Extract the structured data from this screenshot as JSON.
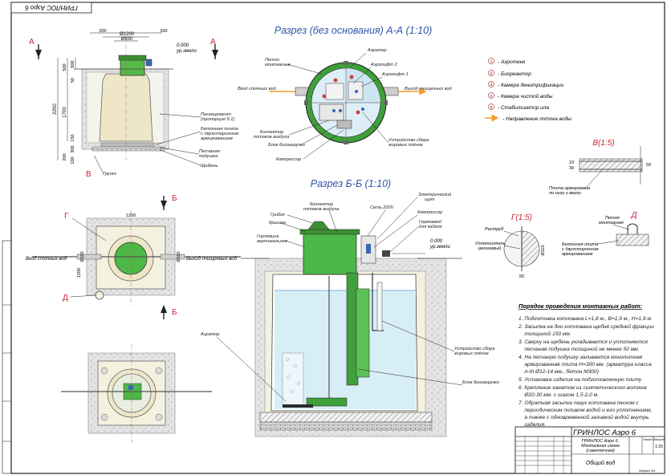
{
  "stamp": "ГРИНЛОС Аэро 6",
  "sections": {
    "aa_title": "Разрез (без основания) А-А (1:10)",
    "bb_title": "Разрез Б-Б (1:10)",
    "v_title": "В(1:5)",
    "g_title": "Г(1:5)",
    "d_title": "Д"
  },
  "markers": {
    "a": "А",
    "b": "Б",
    "v": "В",
    "g": "Г",
    "d": "Д"
  },
  "dims": {
    "d1200": "Ø1200",
    "d930": "Ø930",
    "s300": "300",
    "s300b": "300",
    "zero": "0.000",
    "ground_level": "ур.земли",
    "h2200": "2200",
    "h1700": "1700",
    "h500": "500",
    "h600": "600",
    "h150": "150",
    "h100": "100",
    "h300": "300",
    "h50": "50",
    "h200": "200",
    "p1200a": "1200",
    "p1200b": "1200",
    "p110a": "Ø110",
    "p110b": "Ø110",
    "v10": "10",
    "v30": "30",
    "v50": "50",
    "g110": "Ø110",
    "g50": "50"
  },
  "left_labels": {
    "peskocement": "Пескоцемент",
    "peskocement2": "(пропорция 5:1)",
    "plate1": "Бетонная плита",
    "plate2": "с двухсторонним",
    "plate3": "армированием",
    "sand1": "Песчаная",
    "sand2": "подушка",
    "gravel": "Щебень",
    "soil": "Грунт",
    "inlet": "Вход сточных вод",
    "outlet": "Выход очищенных вод"
  },
  "aa_labels": {
    "aerator": "Аэратор",
    "loops1": "Петли",
    "loops2": "монтажные",
    "airlift2": "Аэролифт 2",
    "airlift1": "Аэролифт 1",
    "inlet": "Вход сточных вод",
    "outlet": "Выход очищенных вод",
    "collector1": "Коллектор",
    "collector2": "потоков воздуха",
    "bioblock": "Блок биозагрузки",
    "compressor": "Компрессор",
    "film1": "Устройство сбора",
    "film2": "жировых плёнок"
  },
  "legend": [
    {
      "num": "1",
      "text": "- Аэротенк"
    },
    {
      "num": "2",
      "text": "- Биореактор"
    },
    {
      "num": "3",
      "text": "- Камера денитрификации"
    },
    {
      "num": "4",
      "text": "- Камера чистой воды"
    },
    {
      "num": "5",
      "text": "- Стабилизатор ила"
    }
  ],
  "legend_flow": "- Направление потока воды",
  "bb_labels": {
    "fungus": "Грибок",
    "lid": "Крышка",
    "neck1": "Горловина",
    "neck2": "вертикальная",
    "collector1": "Коллектор",
    "collector2": "потоков воздуха",
    "net": "Сеть 220V",
    "shield1": "Электрический",
    "shield2": "щит",
    "compressor": "Компрессор",
    "cable1": "Гермоввод",
    "cable2": "для кабеля",
    "aerator": "Аэратор",
    "film1": "Устройство сбора",
    "film2": "жировых плёнок",
    "bioblock": "Блок биозагрузки"
  },
  "detail_labels": {
    "rebar1": "Плита армирована",
    "rebar2": "по низу и верху",
    "bell": "Раструб",
    "seal1": "Уплотнитель",
    "seal2": "резиновый",
    "loop1": "Петля",
    "loop2": "монтажная",
    "plate1": "Бетонная плита",
    "plate2": "с двухсторонним",
    "plate3": "армированием"
  },
  "steps_title": "Порядок проведения монтажных работ:",
  "steps": [
    "1. Подготовка котлована L=1,8 м., B=1,9 м., H=1,9 м.",
    "2. Засыпка на дно котлована щебня средней фракции",
    "    толщиной 150 мм.",
    "3. Сверху на щебень укладывается и уплотняется",
    "    песчаная подушка толщиной не менее 50 мм.",
    "4. На песчаную подушку заливается монолитная",
    "    армированная плита H=300 мм. (арматура класса",
    "    A-III Ø12-14 мм., бетон М300)",
    "5. Установка изделия на подготовленную плиту",
    "6. Крепление канатом из синтетического волокна",
    "    Ø20-30 мм. с шагом 1,5-2,0 м.",
    "7. Обратная засыпка пазух котлована песком с",
    "    периодическим поливом водой и его уплотнением,",
    "    а также с одновременной заливкой водой внутрь",
    "    изделия."
  ],
  "titleblock": {
    "product": "ГРИНЛОС Аэро 6",
    "desc1": "ГРИНЛОС Аэро 6.",
    "desc2": "Монтажная схема",
    "desc3": "(самотечная)",
    "view": "Общий вид",
    "mass": "Масса",
    "scale_label": "Масштаб",
    "scale": "1:20",
    "format": "Формат А3"
  }
}
